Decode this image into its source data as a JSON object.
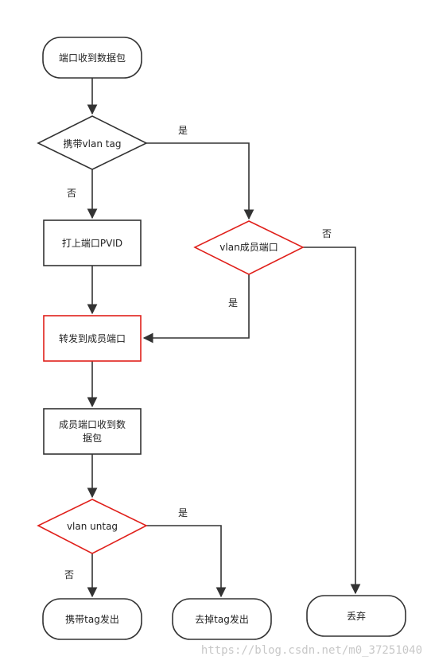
{
  "nodes": {
    "start": "端口收到数据包",
    "carry_tag": "携带vlan tag",
    "tag_pvid": "打上端口PVID",
    "vlan_member": "vlan成员端口",
    "forward": "转发到成员端口",
    "member_recv_line1": "成员端口收到数",
    "member_recv_line2": "据包",
    "vlan_untag": "vlan untag",
    "send_with_tag": "携带tag发出",
    "strip_tag_send": "去掉tag发出",
    "discard": "丢弃"
  },
  "edge_labels": {
    "carry_yes": "是",
    "carry_no": "否",
    "member_no": "否",
    "member_yes": "是",
    "untag_yes": "是",
    "untag_no": "否"
  },
  "colors": {
    "stroke": "#333333",
    "highlight": "#e0201b"
  },
  "watermark": "https://blog.csdn.net/m0_37251040"
}
